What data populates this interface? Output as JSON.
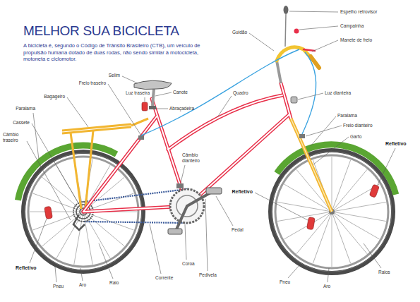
{
  "diagram": {
    "title": "MELHOR SUA BICICLETA",
    "labels": [
      "A bicicleta é, segundo o Código de Trânsito Brasileiro (CTB), um veículo de propulsão humana dotado de duas rodas, não sendo similar à motocicleta, motoneta e ciclomotor.",
      "Espelho retrovisor",
      "Campainha",
      "Manete de freio",
      "Guidão",
      "Selim",
      "Freio traseiro",
      "Luz traseira",
      "Canote",
      "Bagageiro",
      "Abraçadeira",
      "Quadro",
      "Luz dianteira",
      "Paralama",
      "Cassete",
      "Câmbio traseiro",
      "Câmbio dianteiro",
      "Paralama",
      "Freio dianteiro",
      "Garfo",
      "Refletivo",
      "Refletivo",
      "Pedal",
      "Refletivo",
      "Pneu",
      "Aro",
      "Raio",
      "Corrente",
      "Coroa",
      "Pedivela",
      "Pneu",
      "Aro",
      "Raios"
    ]
  }
}
